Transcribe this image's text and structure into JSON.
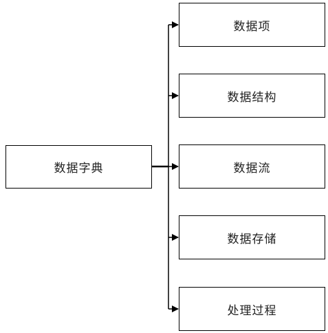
{
  "root": {
    "label": "数据字典"
  },
  "children": [
    {
      "label": "数据项"
    },
    {
      "label": "数据结构"
    },
    {
      "label": "数据流"
    },
    {
      "label": "数据存储"
    },
    {
      "label": "处理过程"
    }
  ],
  "colors": {
    "line": "#000000",
    "box_border": "#000000",
    "text": "#222222",
    "background": "#ffffff"
  }
}
